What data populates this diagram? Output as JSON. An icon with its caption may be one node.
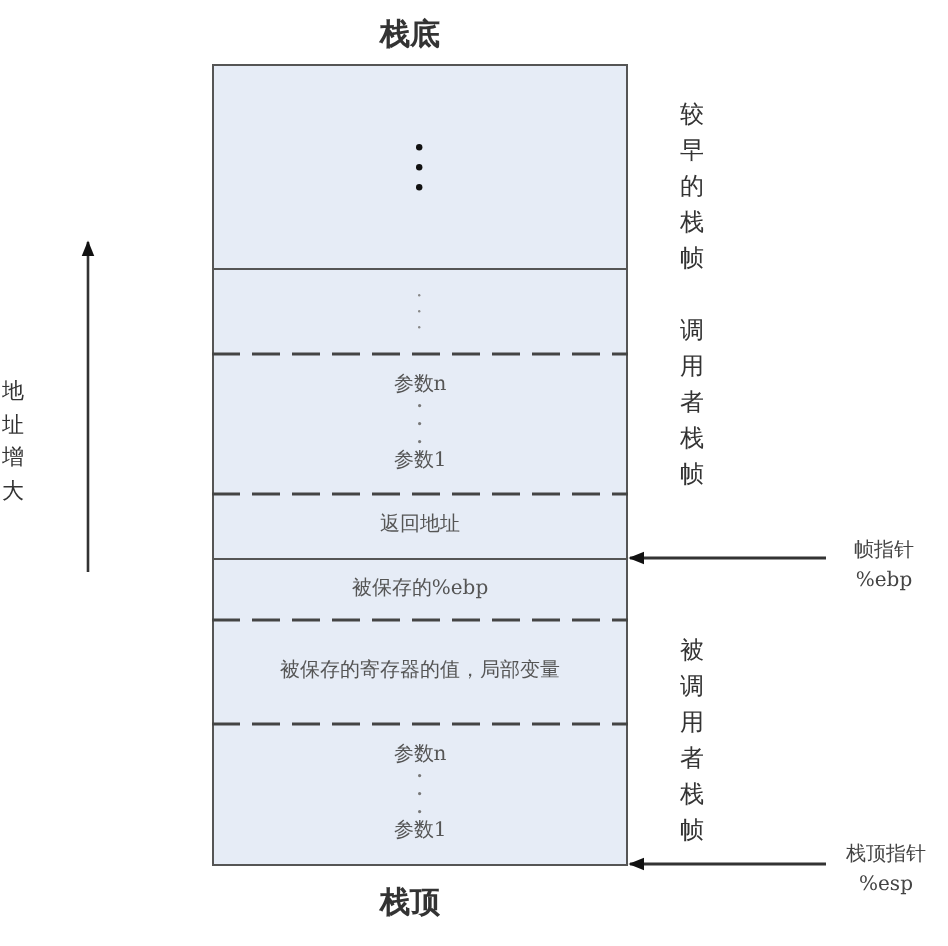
{
  "diagram": {
    "nodes": [
      {
        "text": [],
        "shape": "box"
      },
      {
        "text": [],
        "shape": "box"
      },
      {
        "text": [
          "参数n",
          "参数1"
        ]
      },
      {
        "text": [
          "返回地址"
        ]
      },
      {
        "text": [
          "被保存的%ebp"
        ]
      },
      {
        "text": [
          "被保存的寄存器的值，局部变量"
        ]
      },
      {
        "text": [
          "参数n",
          "参数1"
        ]
      },
      {
        "text": [
          "帧指针 %ebp"
        ]
      },
      {
        "text": [
          "栈顶指针 %esp"
        ]
      }
    ],
    "edges": [
      {
        "from": 7,
        "to": 4,
        "arrow": "to"
      },
      {
        "from": 8,
        "to": 6,
        "arrow": "to"
      }
    ],
    "labels": [
      "栈底",
      "较早的栈帧",
      "调用者栈帧",
      "地址增大",
      "被调用者栈帧",
      "栈顶"
    ]
  }
}
